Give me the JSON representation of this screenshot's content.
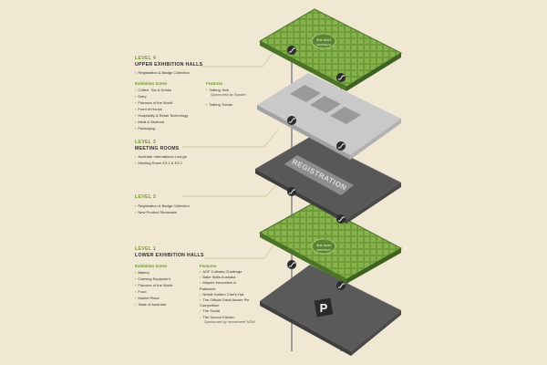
{
  "colors": {
    "background": "#f0e8d3",
    "accent_green": "#6e9a2f",
    "board_green": "#6f9b3a",
    "grey_light": "#c9c9c9",
    "grey_dark": "#555555",
    "pillar": "#8c8c8c"
  },
  "level4": {
    "num": "LEVEL 4",
    "title": "UPPER EXHIBITION HALLS",
    "top_items": [
      "Registration & Badge Collection"
    ],
    "zones_heading": "Exhibition Zones",
    "zones": [
      "Coffee, Tea & Drinks",
      "Dairy",
      "Flavours of the World",
      "Front of House",
      "Hospitality & Retail Technology",
      "Meat & Seafood",
      "Packaging"
    ],
    "features_heading": "Features",
    "features": [
      {
        "name": "Talking Tech",
        "sponsor": "Sponsored by Square"
      },
      {
        "name": "Talking Trends",
        "sponsor": ""
      }
    ]
  },
  "level3": {
    "num": "LEVEL 3",
    "title": "MEETING ROOMS",
    "items": [
      "Austrade International Lounge",
      "Meeting Room E3.1 & E3.2"
    ]
  },
  "level2": {
    "num": "LEVEL 2",
    "items": [
      "Registration & Badge Collection",
      "New Product Showcase"
    ]
  },
  "level1": {
    "num": "LEVEL 1",
    "title": "LOWER EXHIBITION HALLS",
    "zones_heading": "Exhibition Zones",
    "zones": [
      "Bakery",
      "Catering Equipment",
      "Flavours of the World",
      "Food",
      "Market Place",
      "Taste of Australia"
    ],
    "features_heading": "Features",
    "features": [
      {
        "name": "AGF Culinary Challenge",
        "sponsor": ""
      },
      {
        "name": "Bake Skills Australia",
        "sponsor": ""
      },
      {
        "name": "Mayers Innovation in Patisserie",
        "sponsor": ""
      },
      {
        "name": "Nestlé Golden Chef's Hat",
        "sponsor": ""
      },
      {
        "name": "The Official Great Aussie Pie Competition",
        "sponsor": ""
      },
      {
        "name": "The Social",
        "sponsor": ""
      },
      {
        "name": "The Source Kitchen",
        "sponsor": "Sponsored by Investment NSW"
      }
    ]
  },
  "diagram": {
    "registration_text": "REGISTRATION",
    "board_logo_line1": "fine food",
    "board_logo_line2": "AUSTRALIA",
    "parking_glyph": "P",
    "icons": [
      "escalator-icon",
      "parking-icon"
    ]
  }
}
